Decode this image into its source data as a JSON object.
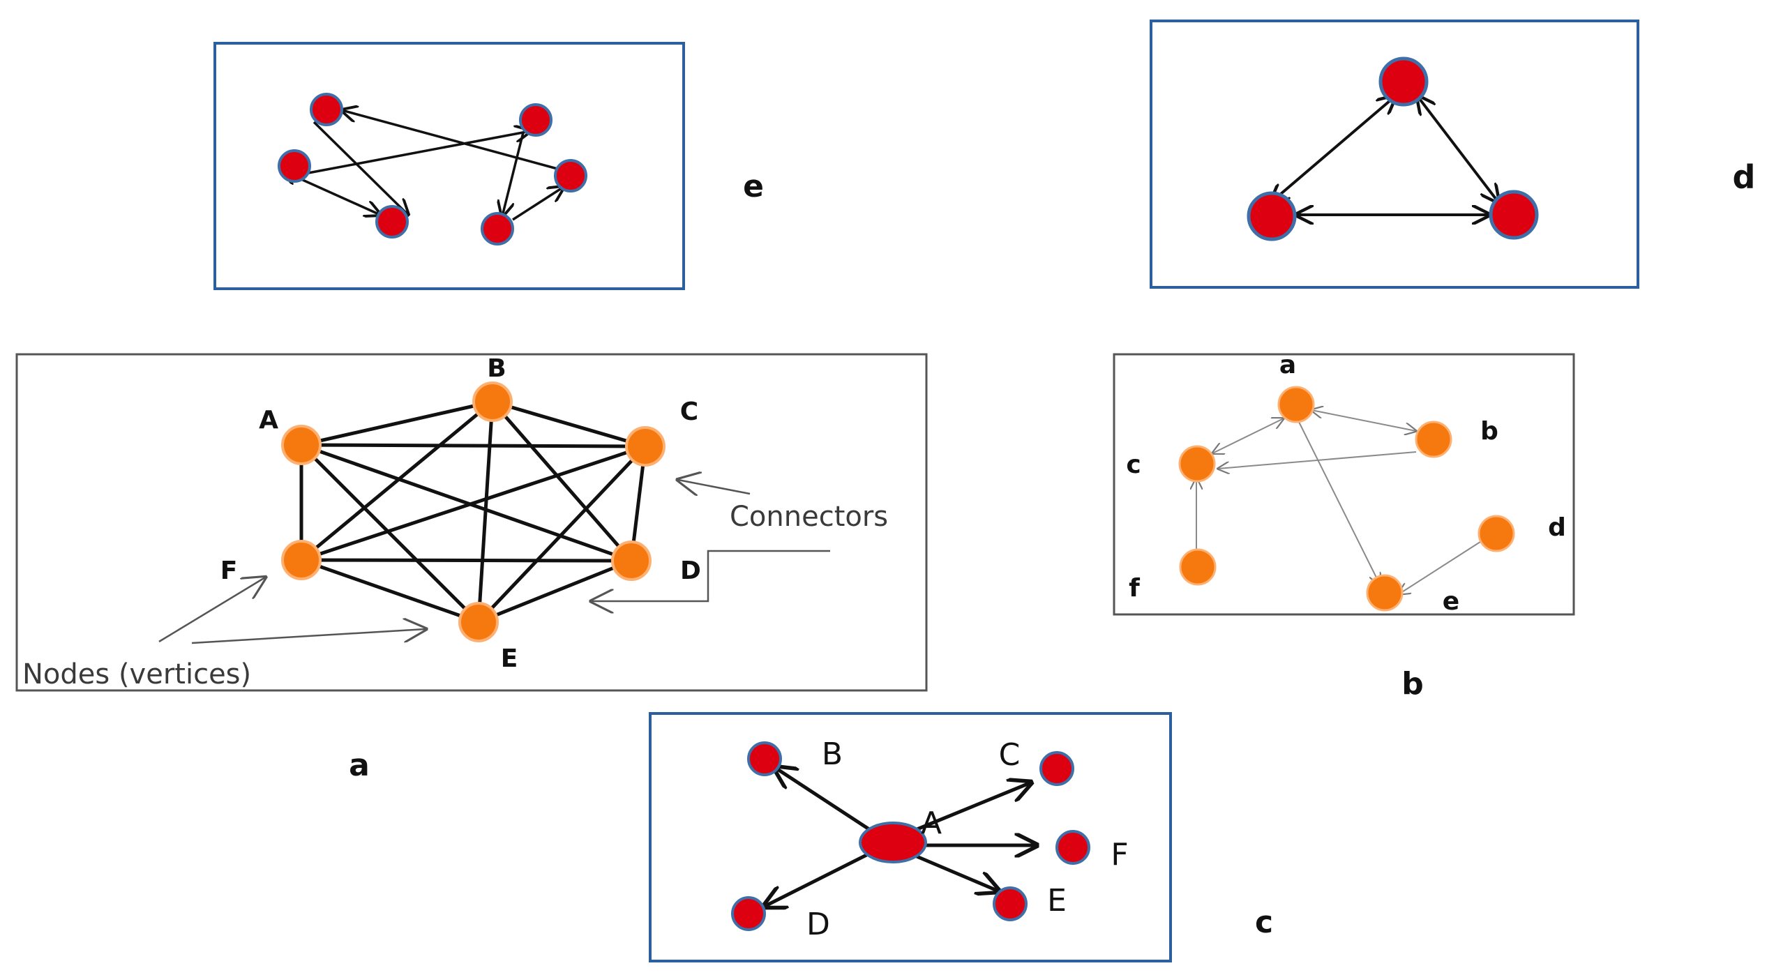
{
  "colors": {
    "frame_blue": "#2b5f9e",
    "frame_gray": "#555555",
    "red_node": "#dd0010",
    "red_node_outline": "#3f6fa8",
    "orange_node": "#f5790f",
    "orange_node_outline": "#ffb070",
    "edge": "#111111",
    "thin_edge": "#8a8a8a"
  },
  "panels": {
    "e": {
      "caption": "e",
      "edges": "directed, bidirectional arrows between 6 unlabeled nodes"
    },
    "d": {
      "caption": "d",
      "edges": "3 nodes in a triangle, all edges bidirectional"
    },
    "a": {
      "caption": "a",
      "node_labels": [
        "A",
        "B",
        "C",
        "D",
        "E",
        "F"
      ],
      "annotations": {
        "connectors": "Connectors",
        "nodes": "Nodes (vertices)"
      }
    },
    "b": {
      "caption": "b",
      "node_labels": [
        "a",
        "b",
        "c",
        "d",
        "e",
        "f"
      ]
    },
    "c": {
      "caption": "c",
      "node_labels": [
        "A",
        "B",
        "C",
        "D",
        "E",
        "F"
      ]
    }
  }
}
